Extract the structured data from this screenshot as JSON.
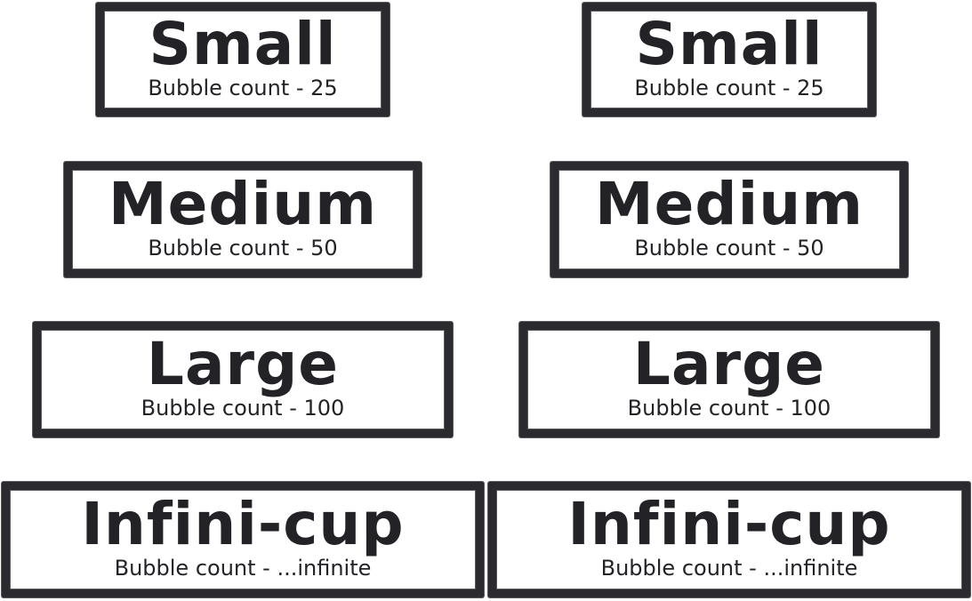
{
  "labels": [
    {
      "title": "Small",
      "subtitle": "Bubble count - 25"
    },
    {
      "title": "Medium",
      "subtitle": "Bubble count - 50"
    },
    {
      "title": "Large",
      "subtitle": "Bubble count - 100"
    },
    {
      "title": "Infini-cup",
      "subtitle": "Bubble count - ...infinite"
    }
  ],
  "colors": {
    "border": "#2b2a2e",
    "text": "#232226",
    "background": "#ffffff"
  }
}
